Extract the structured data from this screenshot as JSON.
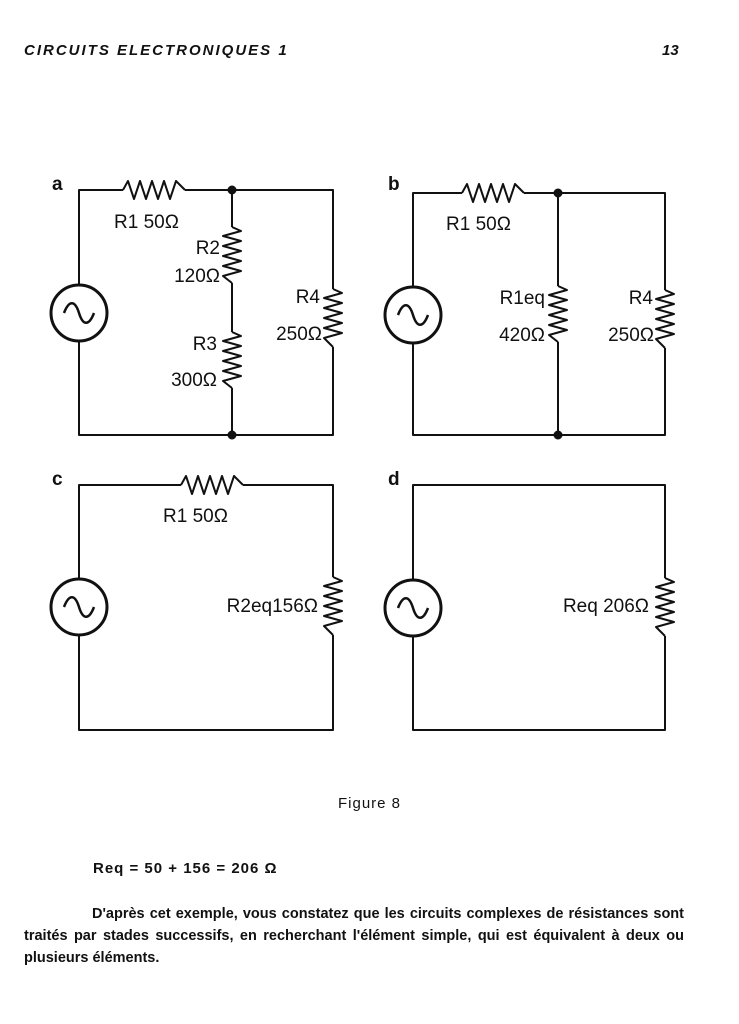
{
  "header": {
    "running_head": "CIRCUITS ELECTRONIQUES 1",
    "page_number": "13"
  },
  "figure": {
    "panels": [
      {
        "letter": "a",
        "labels": {
          "r1": "R1 50Ω",
          "r2_name": "R2",
          "r2_value": "120Ω",
          "r3_name": "R3",
          "r3_value": "300Ω",
          "r4_name": "R4",
          "r4_value": "250Ω"
        }
      },
      {
        "letter": "b",
        "labels": {
          "r1": "R1 50Ω",
          "r1eq_name": "R1eq",
          "r1eq_value": "420Ω",
          "r4_name": "R4",
          "r4_value": "250Ω"
        }
      },
      {
        "letter": "c",
        "labels": {
          "r1": "R1 50Ω",
          "r2eq": "R2eq156Ω"
        }
      },
      {
        "letter": "d",
        "labels": {
          "req": "Req 206Ω"
        }
      }
    ],
    "caption": "Figure 8"
  },
  "formula": "Req  =  50   + 156  =  206   Ω",
  "paragraph": "D'après cet exemple, vous constatez que les circuits complexes de résistances sont traités par stades successifs, en recherchant l'élément simple, qui est équivalent à deux ou plusieurs éléments."
}
